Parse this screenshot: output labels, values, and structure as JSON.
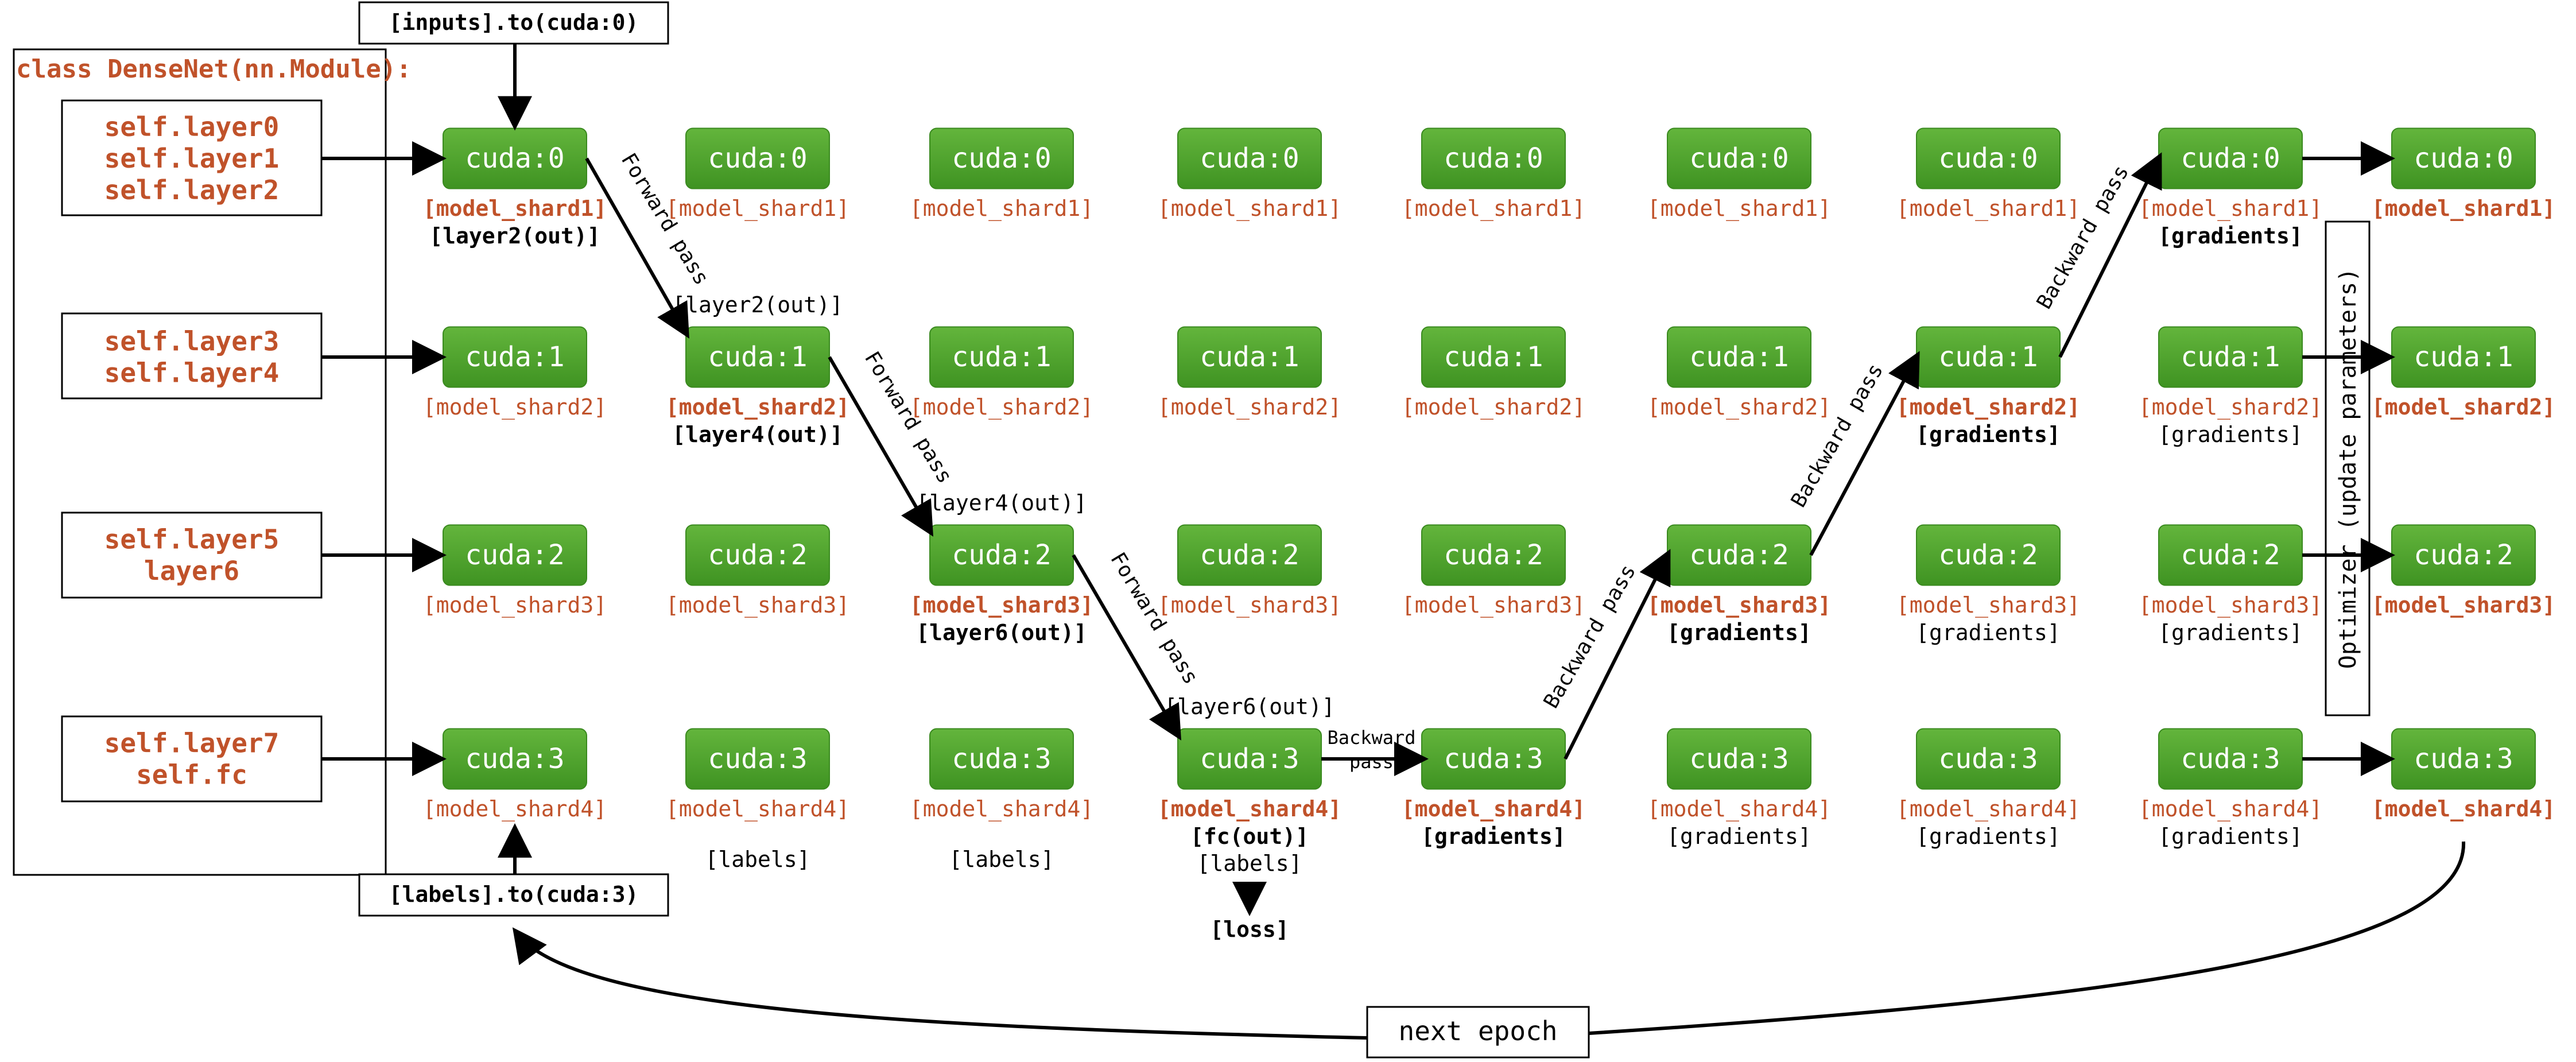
{
  "module": {
    "class_label": "class DenseNet(nn.Module):",
    "groups": [
      [
        "self.layer0",
        "self.layer1",
        "self.layer2"
      ],
      [
        "self.layer3",
        "self.layer4"
      ],
      [
        "self.layer5",
        "layer6"
      ],
      [
        "self.layer7",
        "self.fc"
      ]
    ]
  },
  "inputs_box": "[inputs].to(cuda:0)",
  "labels_box": "[labels].to(cuda:3)",
  "next_epoch": "next epoch",
  "optimizer_label": "Optimizer (update parameters)",
  "edge_labels": {
    "forward": "Forward pass",
    "backward": "Backward pass",
    "backward_line1": "Backward",
    "backward_line2": "pass"
  },
  "grid": {
    "columns": [
      {
        "devices": [
          {
            "gpu": "cuda:0",
            "shard": "[model_shard1]",
            "shard_bold": true,
            "out": "[layer2(out)]",
            "out_bold": true
          },
          {
            "gpu": "cuda:1",
            "shard": "[model_shard2]"
          },
          {
            "gpu": "cuda:2",
            "shard": "[model_shard3]"
          },
          {
            "gpu": "cuda:3",
            "shard": "[model_shard4]"
          }
        ]
      },
      {
        "devices": [
          {
            "gpu": "cuda:0",
            "shard": "[model_shard1]"
          },
          {
            "gpu": "cuda:1",
            "shard": "[model_shard2]",
            "shard_bold": true,
            "out": "[layer4(out)]",
            "out_bold": true,
            "above": "[layer2(out)]"
          },
          {
            "gpu": "cuda:2",
            "shard": "[model_shard3]"
          },
          {
            "gpu": "cuda:3",
            "shard": "[model_shard4]",
            "extra": "[labels]"
          }
        ]
      },
      {
        "devices": [
          {
            "gpu": "cuda:0",
            "shard": "[model_shard1]"
          },
          {
            "gpu": "cuda:1",
            "shard": "[model_shard2]"
          },
          {
            "gpu": "cuda:2",
            "shard": "[model_shard3]",
            "shard_bold": true,
            "out": "[layer6(out)]",
            "out_bold": true,
            "above": "[layer4(out)]"
          },
          {
            "gpu": "cuda:3",
            "shard": "[model_shard4]",
            "extra": "[labels]"
          }
        ]
      },
      {
        "devices": [
          {
            "gpu": "cuda:0",
            "shard": "[model_shard1]"
          },
          {
            "gpu": "cuda:1",
            "shard": "[model_shard2]"
          },
          {
            "gpu": "cuda:2",
            "shard": "[model_shard3]"
          },
          {
            "gpu": "cuda:3",
            "shard": "[model_shard4]",
            "shard_bold": true,
            "out": "[fc(out)]",
            "out_bold": true,
            "above": "[layer6(out)]",
            "extra": "[labels]",
            "loss": "[loss]"
          }
        ]
      },
      {
        "devices": [
          {
            "gpu": "cuda:0",
            "shard": "[model_shard1]"
          },
          {
            "gpu": "cuda:1",
            "shard": "[model_shard2]"
          },
          {
            "gpu": "cuda:2",
            "shard": "[model_shard3]"
          },
          {
            "gpu": "cuda:3",
            "shard": "[model_shard4]",
            "shard_bold": true,
            "out": "[gradients]",
            "out_bold": true
          }
        ]
      },
      {
        "devices": [
          {
            "gpu": "cuda:0",
            "shard": "[model_shard1]"
          },
          {
            "gpu": "cuda:1",
            "shard": "[model_shard2]"
          },
          {
            "gpu": "cuda:2",
            "shard": "[model_shard3]",
            "shard_bold": true,
            "out": "[gradients]",
            "out_bold": true
          },
          {
            "gpu": "cuda:3",
            "shard": "[model_shard4]",
            "out": "[gradients]"
          }
        ]
      },
      {
        "devices": [
          {
            "gpu": "cuda:0",
            "shard": "[model_shard1]"
          },
          {
            "gpu": "cuda:1",
            "shard": "[model_shard2]",
            "shard_bold": true,
            "out": "[gradients]",
            "out_bold": true
          },
          {
            "gpu": "cuda:2",
            "shard": "[model_shard3]",
            "out": "[gradients]"
          },
          {
            "gpu": "cuda:3",
            "shard": "[model_shard4]",
            "out": "[gradients]"
          }
        ]
      },
      {
        "devices": [
          {
            "gpu": "cuda:0",
            "shard": "[model_shard1]",
            "out": "[gradients]",
            "out_bold": true
          },
          {
            "gpu": "cuda:1",
            "shard": "[model_shard2]",
            "out": "[gradients]"
          },
          {
            "gpu": "cuda:2",
            "shard": "[model_shard3]",
            "out": "[gradients]"
          },
          {
            "gpu": "cuda:3",
            "shard": "[model_shard4]",
            "out": "[gradients]"
          }
        ]
      },
      {
        "devices": [
          {
            "gpu": "cuda:0",
            "shard": "[model_shard1]",
            "shard_bold": true
          },
          {
            "gpu": "cuda:1",
            "shard": "[model_shard2]",
            "shard_bold": true
          },
          {
            "gpu": "cuda:2",
            "shard": "[model_shard3]",
            "shard_bold": true
          },
          {
            "gpu": "cuda:3",
            "shard": "[model_shard4]",
            "shard_bold": true
          }
        ]
      }
    ]
  },
  "colors": {
    "gpu_fill_top": "#63b53c",
    "gpu_fill_bottom": "#3f9322",
    "gpu_text": "#ffffff",
    "code_text": "#c0522a",
    "line": "#000000",
    "label_text": "#000000"
  }
}
